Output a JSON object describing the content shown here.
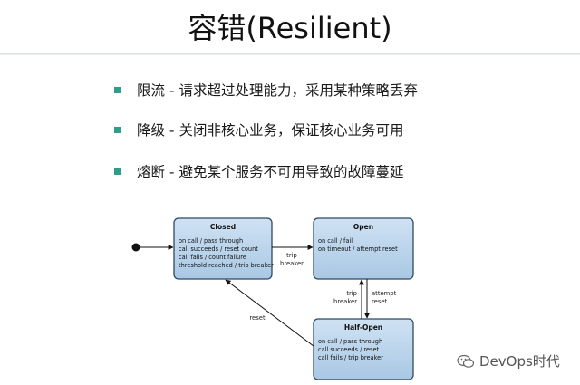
{
  "title": "容错(Resilient)",
  "bullets": [
    "限流 - 请求超过处理能力，采用某种策略丢弃",
    "降级 - 关闭非核心业务，保证核心业务可用",
    "熔断 - 避免某个服务不可用导致的故障蔓延"
  ],
  "diagram": {
    "states": {
      "closed": {
        "title": "Closed",
        "lines": [
          "on call / pass through",
          "call succeeds / reset count",
          "call fails / count failure",
          "threshold reached / trip breaker"
        ]
      },
      "open": {
        "title": "Open",
        "lines": [
          "on call /  fail",
          "on timeout / attempt reset"
        ]
      },
      "half_open": {
        "title": "Half-Open",
        "lines": [
          "on call / pass through",
          "call succeeds / reset",
          "call fails / trip breaker"
        ]
      }
    },
    "transitions": {
      "closed_to_open": [
        "trip",
        "breaker"
      ],
      "half_to_open": [
        "trip",
        "breaker"
      ],
      "open_to_half": [
        "attempt",
        "reset"
      ],
      "half_to_closed": "reset"
    }
  },
  "watermark": "DevOps时代",
  "colors": {
    "box_fill": "#b9d3ea",
    "box_stroke": "#2c4a66",
    "bullet": "#2e9e8a"
  }
}
